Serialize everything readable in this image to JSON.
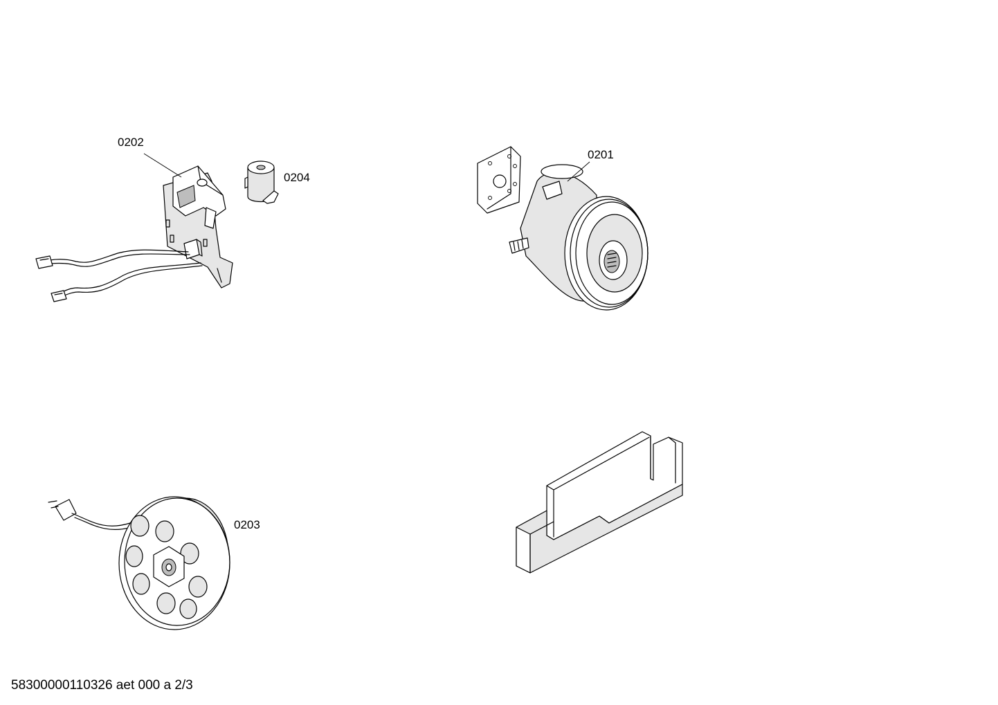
{
  "parts": [
    {
      "id": "switch-assembly",
      "label": "0202"
    },
    {
      "id": "capacitor",
      "label": "0204"
    },
    {
      "id": "motor",
      "label": "0201"
    },
    {
      "id": "cable-reel",
      "label": "0203"
    },
    {
      "id": "foam-block",
      "label": ""
    }
  ],
  "footer": {
    "document_code": "58300000110326 aet 000 a 2/3"
  },
  "colors": {
    "line": "#000000",
    "part_fill": "#e6e6e6",
    "background": "#ffffff"
  }
}
